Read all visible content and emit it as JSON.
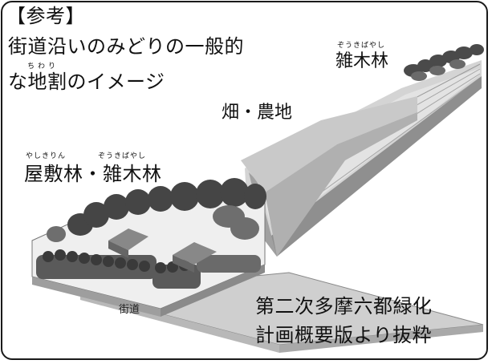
{
  "heading": "【参考】",
  "title_line1": "街道沿いのみどりの一般的",
  "title_line2_pre": "な",
  "title_line2_jiwari": "地割",
  "title_line2_post": "のイメージ",
  "ruby_jiwari": "ちわり",
  "label_far_woods": "雑木林",
  "ruby_far_woods": "ぞうきばやし",
  "label_fields": "畑・農地",
  "label_estate": "屋敷林・雑木林",
  "ruby_yashikirin": "やしきりん",
  "ruby_zoukibayashi": "ぞうきばやし",
  "label_road": "街道",
  "source_line1": "第二次多摩六都緑化",
  "source_line2": "計画概要版より抜粋",
  "colors": {
    "border": "#1a1a1a",
    "field_light": "#e6e6e6",
    "field_mid": "#bdbdbd",
    "tree_dark": "#3c3c3c",
    "tree_mid": "#6e6e6e",
    "road": "#cfcfcf"
  }
}
